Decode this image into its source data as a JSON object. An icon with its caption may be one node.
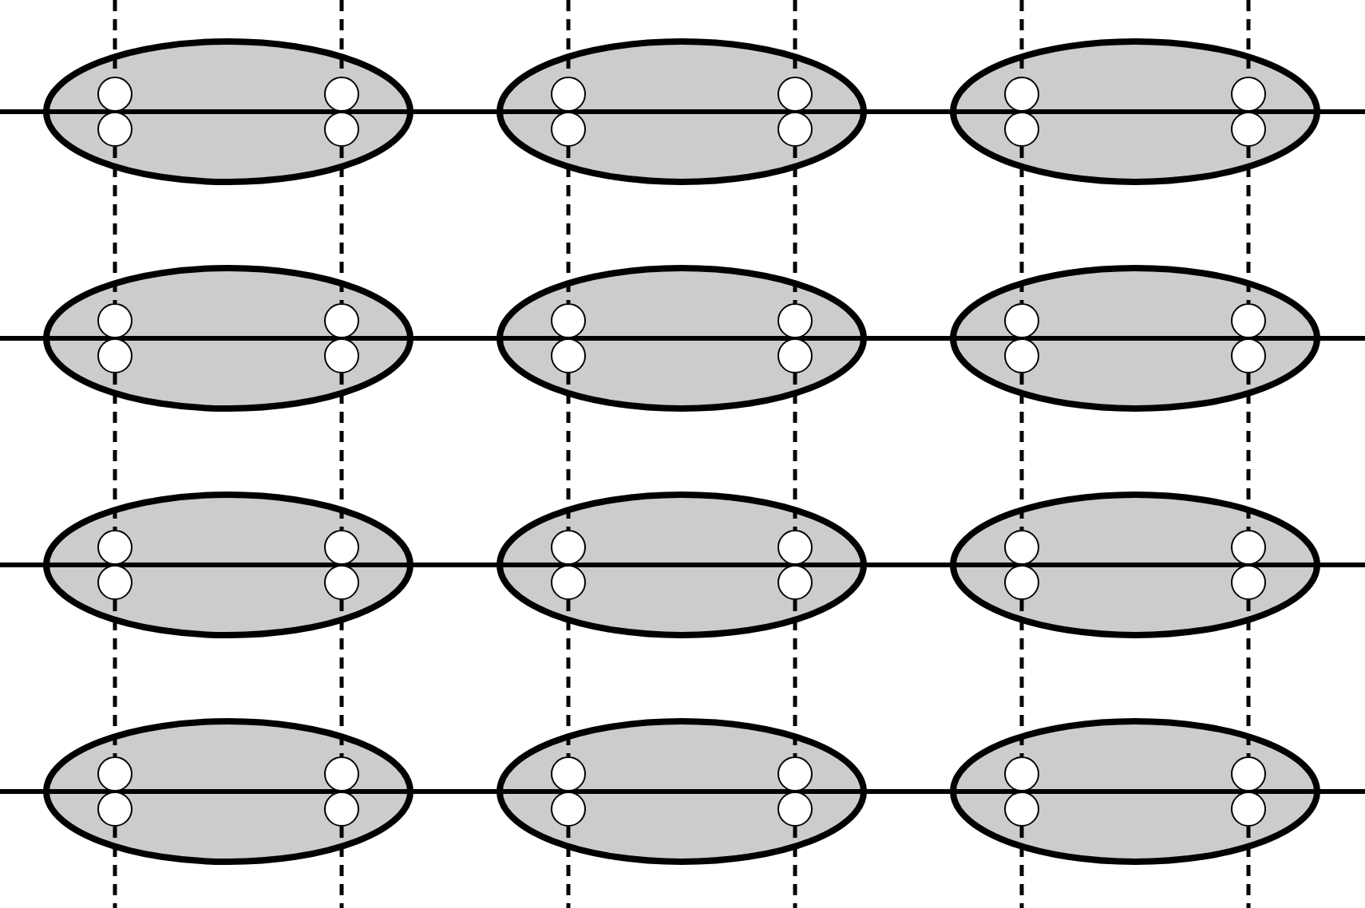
{
  "diagram": {
    "nodes": [
      {
        "text": [],
        "shape": "ellipse"
      },
      {
        "text": [],
        "shape": "circle",
        "in": 0
      },
      {
        "text": [],
        "shape": "circle",
        "in": 0
      },
      {
        "text": [],
        "shape": "circle",
        "in": 0
      },
      {
        "text": [],
        "shape": "circle",
        "in": 0
      },
      {
        "text": [],
        "shape": "ellipse"
      },
      {
        "text": [],
        "shape": "circle",
        "in": 5
      },
      {
        "text": [],
        "shape": "circle",
        "in": 5
      },
      {
        "text": [],
        "shape": "circle",
        "in": 5
      },
      {
        "text": [],
        "shape": "circle",
        "in": 5
      },
      {
        "text": [],
        "shape": "ellipse"
      },
      {
        "text": [],
        "shape": "circle",
        "in": 10
      },
      {
        "text": [],
        "shape": "circle",
        "in": 10
      },
      {
        "text": [],
        "shape": "circle",
        "in": 10
      },
      {
        "text": [],
        "shape": "circle",
        "in": 10
      },
      {
        "text": [],
        "shape": "ellipse"
      },
      {
        "text": [],
        "shape": "circle",
        "in": 15
      },
      {
        "text": [],
        "shape": "circle",
        "in": 15
      },
      {
        "text": [],
        "shape": "circle",
        "in": 15
      },
      {
        "text": [],
        "shape": "circle",
        "in": 15
      },
      {
        "text": [],
        "shape": "ellipse"
      },
      {
        "text": [],
        "shape": "circle",
        "in": 20
      },
      {
        "text": [],
        "shape": "circle",
        "in": 20
      },
      {
        "text": [],
        "shape": "circle",
        "in": 20
      },
      {
        "text": [],
        "shape": "circle",
        "in": 20
      },
      {
        "text": [],
        "shape": "ellipse"
      },
      {
        "text": [],
        "shape": "circle",
        "in": 25
      },
      {
        "text": [],
        "shape": "circle",
        "in": 25
      },
      {
        "text": [],
        "shape": "circle",
        "in": 25
      },
      {
        "text": [],
        "shape": "circle",
        "in": 25
      },
      {
        "text": [],
        "shape": "ellipse"
      },
      {
        "text": [],
        "shape": "circle",
        "in": 30
      },
      {
        "text": [],
        "shape": "circle",
        "in": 30
      },
      {
        "text": [],
        "shape": "circle",
        "in": 30
      },
      {
        "text": [],
        "shape": "circle",
        "in": 30
      },
      {
        "text": [],
        "shape": "ellipse"
      },
      {
        "text": [],
        "shape": "circle",
        "in": 35
      },
      {
        "text": [],
        "shape": "circle",
        "in": 35
      },
      {
        "text": [],
        "shape": "circle",
        "in": 35
      },
      {
        "text": [],
        "shape": "circle",
        "in": 35
      },
      {
        "text": [],
        "shape": "ellipse"
      },
      {
        "text": [],
        "shape": "circle",
        "in": 40
      },
      {
        "text": [],
        "shape": "circle",
        "in": 40
      },
      {
        "text": [],
        "shape": "circle",
        "in": 40
      },
      {
        "text": [],
        "shape": "circle",
        "in": 40
      },
      {
        "text": [],
        "shape": "ellipse"
      },
      {
        "text": [],
        "shape": "circle",
        "in": 45
      },
      {
        "text": [],
        "shape": "circle",
        "in": 45
      },
      {
        "text": [],
        "shape": "circle",
        "in": 45
      },
      {
        "text": [],
        "shape": "circle",
        "in": 45
      },
      {
        "text": [],
        "shape": "ellipse"
      },
      {
        "text": [],
        "shape": "circle",
        "in": 50
      },
      {
        "text": [],
        "shape": "circle",
        "in": 50
      },
      {
        "text": [],
        "shape": "circle",
        "in": 50
      },
      {
        "text": [],
        "shape": "circle",
        "in": 50
      },
      {
        "text": [],
        "shape": "ellipse"
      },
      {
        "text": [],
        "shape": "circle",
        "in": 55
      },
      {
        "text": [],
        "shape": "circle",
        "in": 55
      },
      {
        "text": [],
        "shape": "circle",
        "in": 55
      },
      {
        "text": [],
        "shape": "circle",
        "in": 55
      }
    ],
    "edges": [
      {
        "from": null,
        "to": 0,
        "arrow": "none"
      },
      {
        "from": 0,
        "to": 5,
        "arrow": "none"
      },
      {
        "from": 5,
        "to": 10,
        "arrow": "none"
      },
      {
        "from": 10,
        "to": null,
        "arrow": "none"
      },
      {
        "from": null,
        "to": 15,
        "arrow": "none"
      },
      {
        "from": 15,
        "to": 20,
        "arrow": "none"
      },
      {
        "from": 20,
        "to": 25,
        "arrow": "none"
      },
      {
        "from": 25,
        "to": null,
        "arrow": "none"
      },
      {
        "from": null,
        "to": 30,
        "arrow": "none"
      },
      {
        "from": 30,
        "to": 35,
        "arrow": "none"
      },
      {
        "from": 35,
        "to": 40,
        "arrow": "none"
      },
      {
        "from": 40,
        "to": null,
        "arrow": "none"
      },
      {
        "from": null,
        "to": 45,
        "arrow": "none"
      },
      {
        "from": 45,
        "to": 50,
        "arrow": "none"
      },
      {
        "from": 50,
        "to": 55,
        "arrow": "none"
      },
      {
        "from": 55,
        "to": null,
        "arrow": "none"
      },
      {
        "from": null,
        "to": 1,
        "arrow": "none",
        "style": "dashed"
      },
      {
        "from": 3,
        "to": 16,
        "arrow": "none",
        "style": "dashed"
      },
      {
        "from": 18,
        "to": 31,
        "arrow": "none",
        "style": "dashed"
      },
      {
        "from": 33,
        "to": 46,
        "arrow": "none",
        "style": "dashed"
      },
      {
        "from": 48,
        "to": null,
        "arrow": "none",
        "style": "dashed"
      },
      {
        "from": null,
        "to": 2,
        "arrow": "none",
        "style": "dashed"
      },
      {
        "from": 4,
        "to": 17,
        "arrow": "none",
        "style": "dashed"
      },
      {
        "from": 19,
        "to": 32,
        "arrow": "none",
        "style": "dashed"
      },
      {
        "from": 34,
        "to": 47,
        "arrow": "none",
        "style": "dashed"
      },
      {
        "from": 49,
        "to": null,
        "arrow": "none",
        "style": "dashed"
      },
      {
        "from": null,
        "to": 6,
        "arrow": "none",
        "style": "dashed"
      },
      {
        "from": 8,
        "to": 21,
        "arrow": "none",
        "style": "dashed"
      },
      {
        "from": 23,
        "to": 36,
        "arrow": "none",
        "style": "dashed"
      },
      {
        "from": 38,
        "to": 51,
        "arrow": "none",
        "style": "dashed"
      },
      {
        "from": 53,
        "to": null,
        "arrow": "none",
        "style": "dashed"
      },
      {
        "from": null,
        "to": 7,
        "arrow": "none",
        "style": "dashed"
      },
      {
        "from": 9,
        "to": 22,
        "arrow": "none",
        "style": "dashed"
      },
      {
        "from": 24,
        "to": 37,
        "arrow": "none",
        "style": "dashed"
      },
      {
        "from": 39,
        "to": 52,
        "arrow": "none",
        "style": "dashed"
      },
      {
        "from": 54,
        "to": null,
        "arrow": "none",
        "style": "dashed"
      },
      {
        "from": null,
        "to": 11,
        "arrow": "none",
        "style": "dashed"
      },
      {
        "from": 13,
        "to": 26,
        "arrow": "none",
        "style": "dashed"
      },
      {
        "from": 28,
        "to": 41,
        "arrow": "none",
        "style": "dashed"
      },
      {
        "from": 43,
        "to": 56,
        "arrow": "none",
        "style": "dashed"
      },
      {
        "from": 58,
        "to": null,
        "arrow": "none",
        "style": "dashed"
      },
      {
        "from": null,
        "to": 12,
        "arrow": "none",
        "style": "dashed"
      },
      {
        "from": 14,
        "to": 27,
        "arrow": "none",
        "style": "dashed"
      },
      {
        "from": 29,
        "to": 42,
        "arrow": "none",
        "style": "dashed"
      },
      {
        "from": 44,
        "to": 57,
        "arrow": "none",
        "style": "dashed"
      },
      {
        "from": 59,
        "to": null,
        "arrow": "none",
        "style": "dashed"
      }
    ]
  }
}
